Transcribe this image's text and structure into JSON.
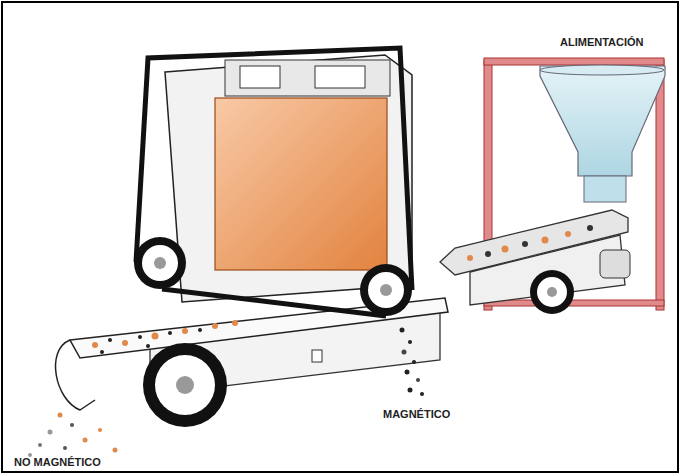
{
  "diagram": {
    "labels": [
      "ALIMENTACIÓN",
      "MAGNÉTICO",
      "NO MAGNÉTICO"
    ]
  }
}
